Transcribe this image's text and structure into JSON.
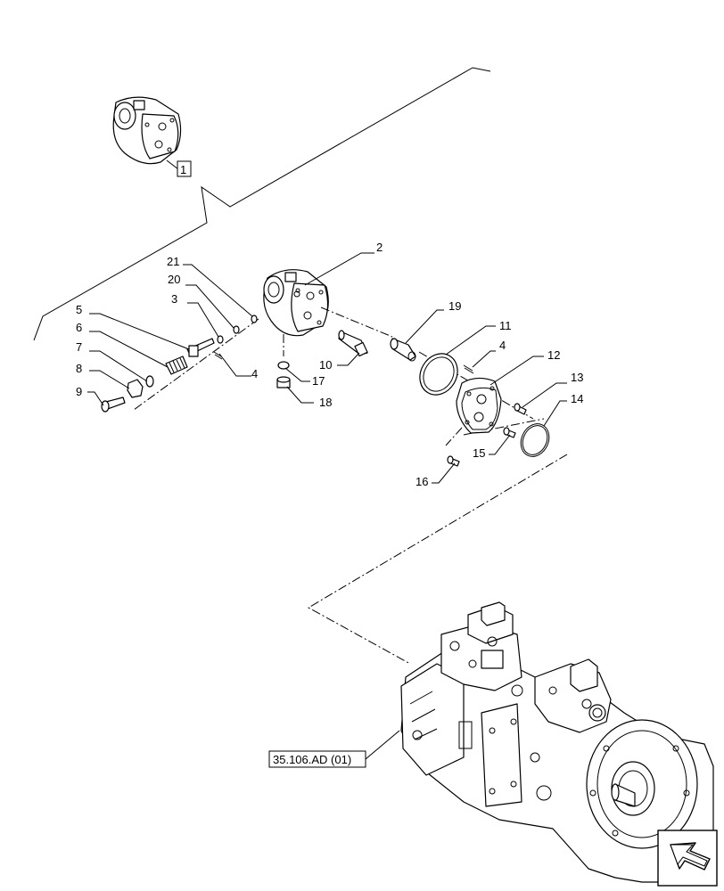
{
  "callouts": {
    "c1": "1",
    "c2": "2",
    "c3": "3",
    "c4a": "4",
    "c4b": "4",
    "c5": "5",
    "c6": "6",
    "c7": "7",
    "c8": "8",
    "c9": "9",
    "c10": "10",
    "c11": "11",
    "c12": "12",
    "c13": "13",
    "c14": "14",
    "c15": "15",
    "c16": "16",
    "c17": "17",
    "c18": "18",
    "c19": "19",
    "c20": "20",
    "c21": "21"
  },
  "reference": {
    "label": "35.106.AD (01)"
  },
  "navigation": {
    "icon": "next-page-arrow-icon"
  }
}
